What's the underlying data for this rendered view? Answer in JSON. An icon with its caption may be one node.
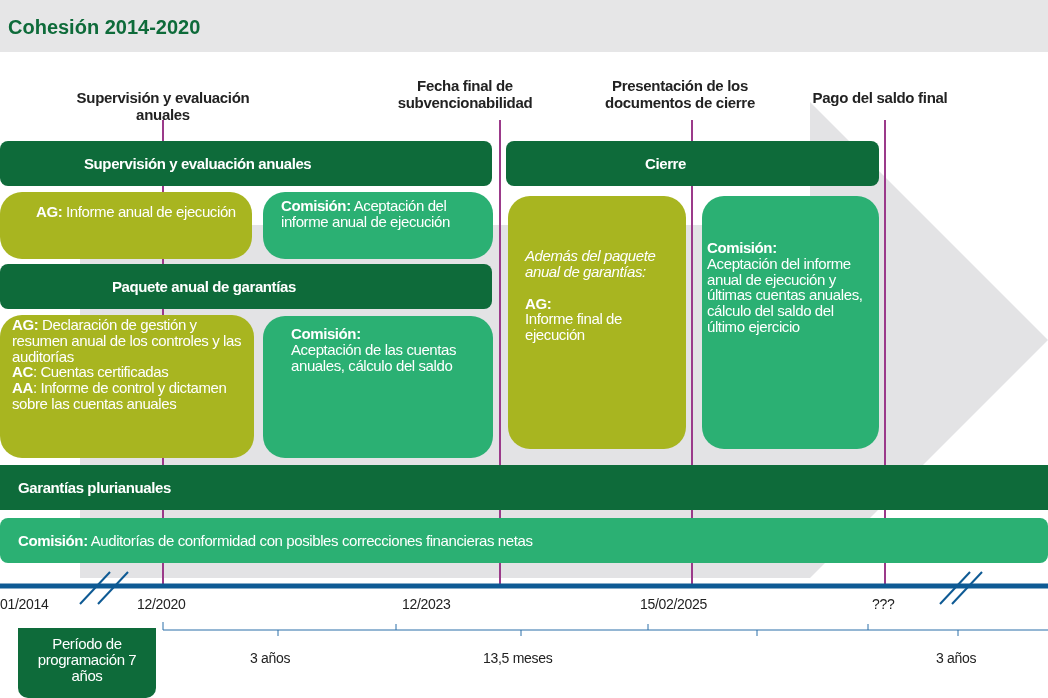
{
  "diagram": {
    "title": "Cohesión 2014-2020",
    "nodes": [
      {
        "text": [
          "Supervisión y evaluación anuales"
        ]
      },
      {
        "text": [
          "**AG:** Informe anual de ejecución"
        ]
      },
      {
        "text": [
          "**Comisión:** Aceptación del informe anual de ejecución"
        ]
      },
      {
        "text": [
          "Paquete anual de garantías"
        ]
      },
      {
        "text": [
          "**AG:** Declaración de gestión y resumen anual de los controles y las auditorías",
          "**AC**: Cuentas certificadas",
          "**AA**: Informe de control y dictamen sobre las cuentas anuales"
        ]
      },
      {
        "text": [
          "Comisión:",
          "Aceptación de las cuentas anuales, cálculo del saldo"
        ]
      },
      {
        "text": [
          "Cierre"
        ]
      },
      {
        "text": [
          "Además del paquete anual de garantías:",
          "AG:",
          "Informe final de ejecución"
        ]
      },
      {
        "text": [
          "Comisión:",
          "Aceptación del informe anual de ejecución y últimas cuentas anuales, cálculo del saldo del último ejercicio"
        ]
      },
      {
        "text": [
          "Garantías plurianuales"
        ]
      },
      {
        "text": [
          "**Comisión:** Auditorías de conformidad con posibles correcciones financieras netas"
        ]
      },
      {
        "text": [
          "Período de programación 7 años"
        ]
      }
    ],
    "labels": [
      "Supervisión y evaluación anuales",
      "Fecha final de subvencionabilidad",
      "Presentación de los documentos de cierre",
      "Pago del saldo final",
      "01/2014",
      "12/2020",
      "12/2023",
      "15/02/2025",
      "???",
      "3 años",
      "13,5 meses",
      "3 años"
    ]
  }
}
